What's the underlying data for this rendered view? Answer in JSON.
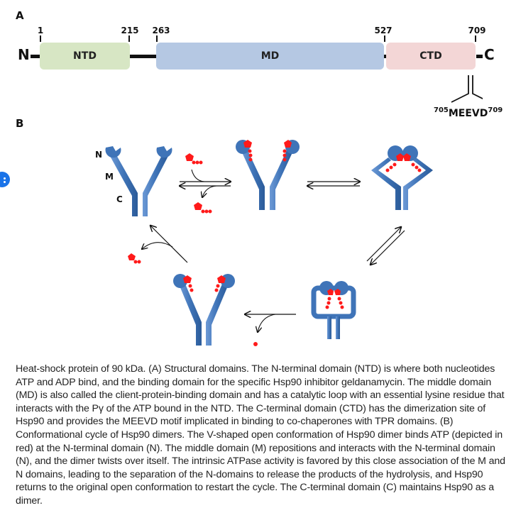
{
  "panel_a": {
    "label": "A",
    "n_terminus": "N",
    "c_terminus": "C",
    "positions": [
      "1",
      "215",
      "263",
      "527",
      "709"
    ],
    "domains": [
      {
        "name": "NTD",
        "start": 1,
        "end": 215,
        "color": "#d7e6c4"
      },
      {
        "name": "MD",
        "start": 263,
        "end": 527,
        "color": "#b5c8e3"
      },
      {
        "name": "CTD",
        "start": 527,
        "end": 709,
        "color": "#f3d6d6"
      }
    ],
    "motif": {
      "start": "705",
      "name": "MEEVD",
      "end": "709"
    }
  },
  "panel_b": {
    "label": "B",
    "domain_labels": {
      "n": "N",
      "m": "M",
      "c": "C"
    },
    "protein_color": "#4a7fc1",
    "atp_color": "#ff1a1a",
    "states": [
      "open-apo",
      "open-atp-bound",
      "closed-twisted",
      "closed-compact",
      "open-post-hydrolysis"
    ]
  },
  "caption": "Heat-shock protein of 90 kDa. (A) Structural domains. The N-terminal domain (NTD) is where both nucleotides ATP and ADP bind, and the binding domain for the specific Hsp90 inhibitor geldanamycin. The middle domain (MD) is also called the client-protein-binding domain and has a catalytic loop with an essential lysine residue that interacts with the Pγ of the ATP bound in the NTD. The C-terminal domain (CTD) has the dimerization site of Hsp90 and provides the MEEVD motif implicated in binding to co-chaperones with TPR domains. (B) Conformational cycle of Hsp90 dimers. The V-shaped open conformation of Hsp90 dimer binds ATP (depicted in red) at the N-terminal domain (N). The middle domain (M) repositions and interacts with the N-terminal domain (N), and the dimer twists over itself. The intrinsic ATPase activity is favored by this close association of the M and N domains, leading to the separation of the N-domains to release the products of the hydrolysis, and Hsp90 returns to the original open conformation to restart the cycle. The C-terminal domain (C) maintains Hsp90 as a dimer."
}
